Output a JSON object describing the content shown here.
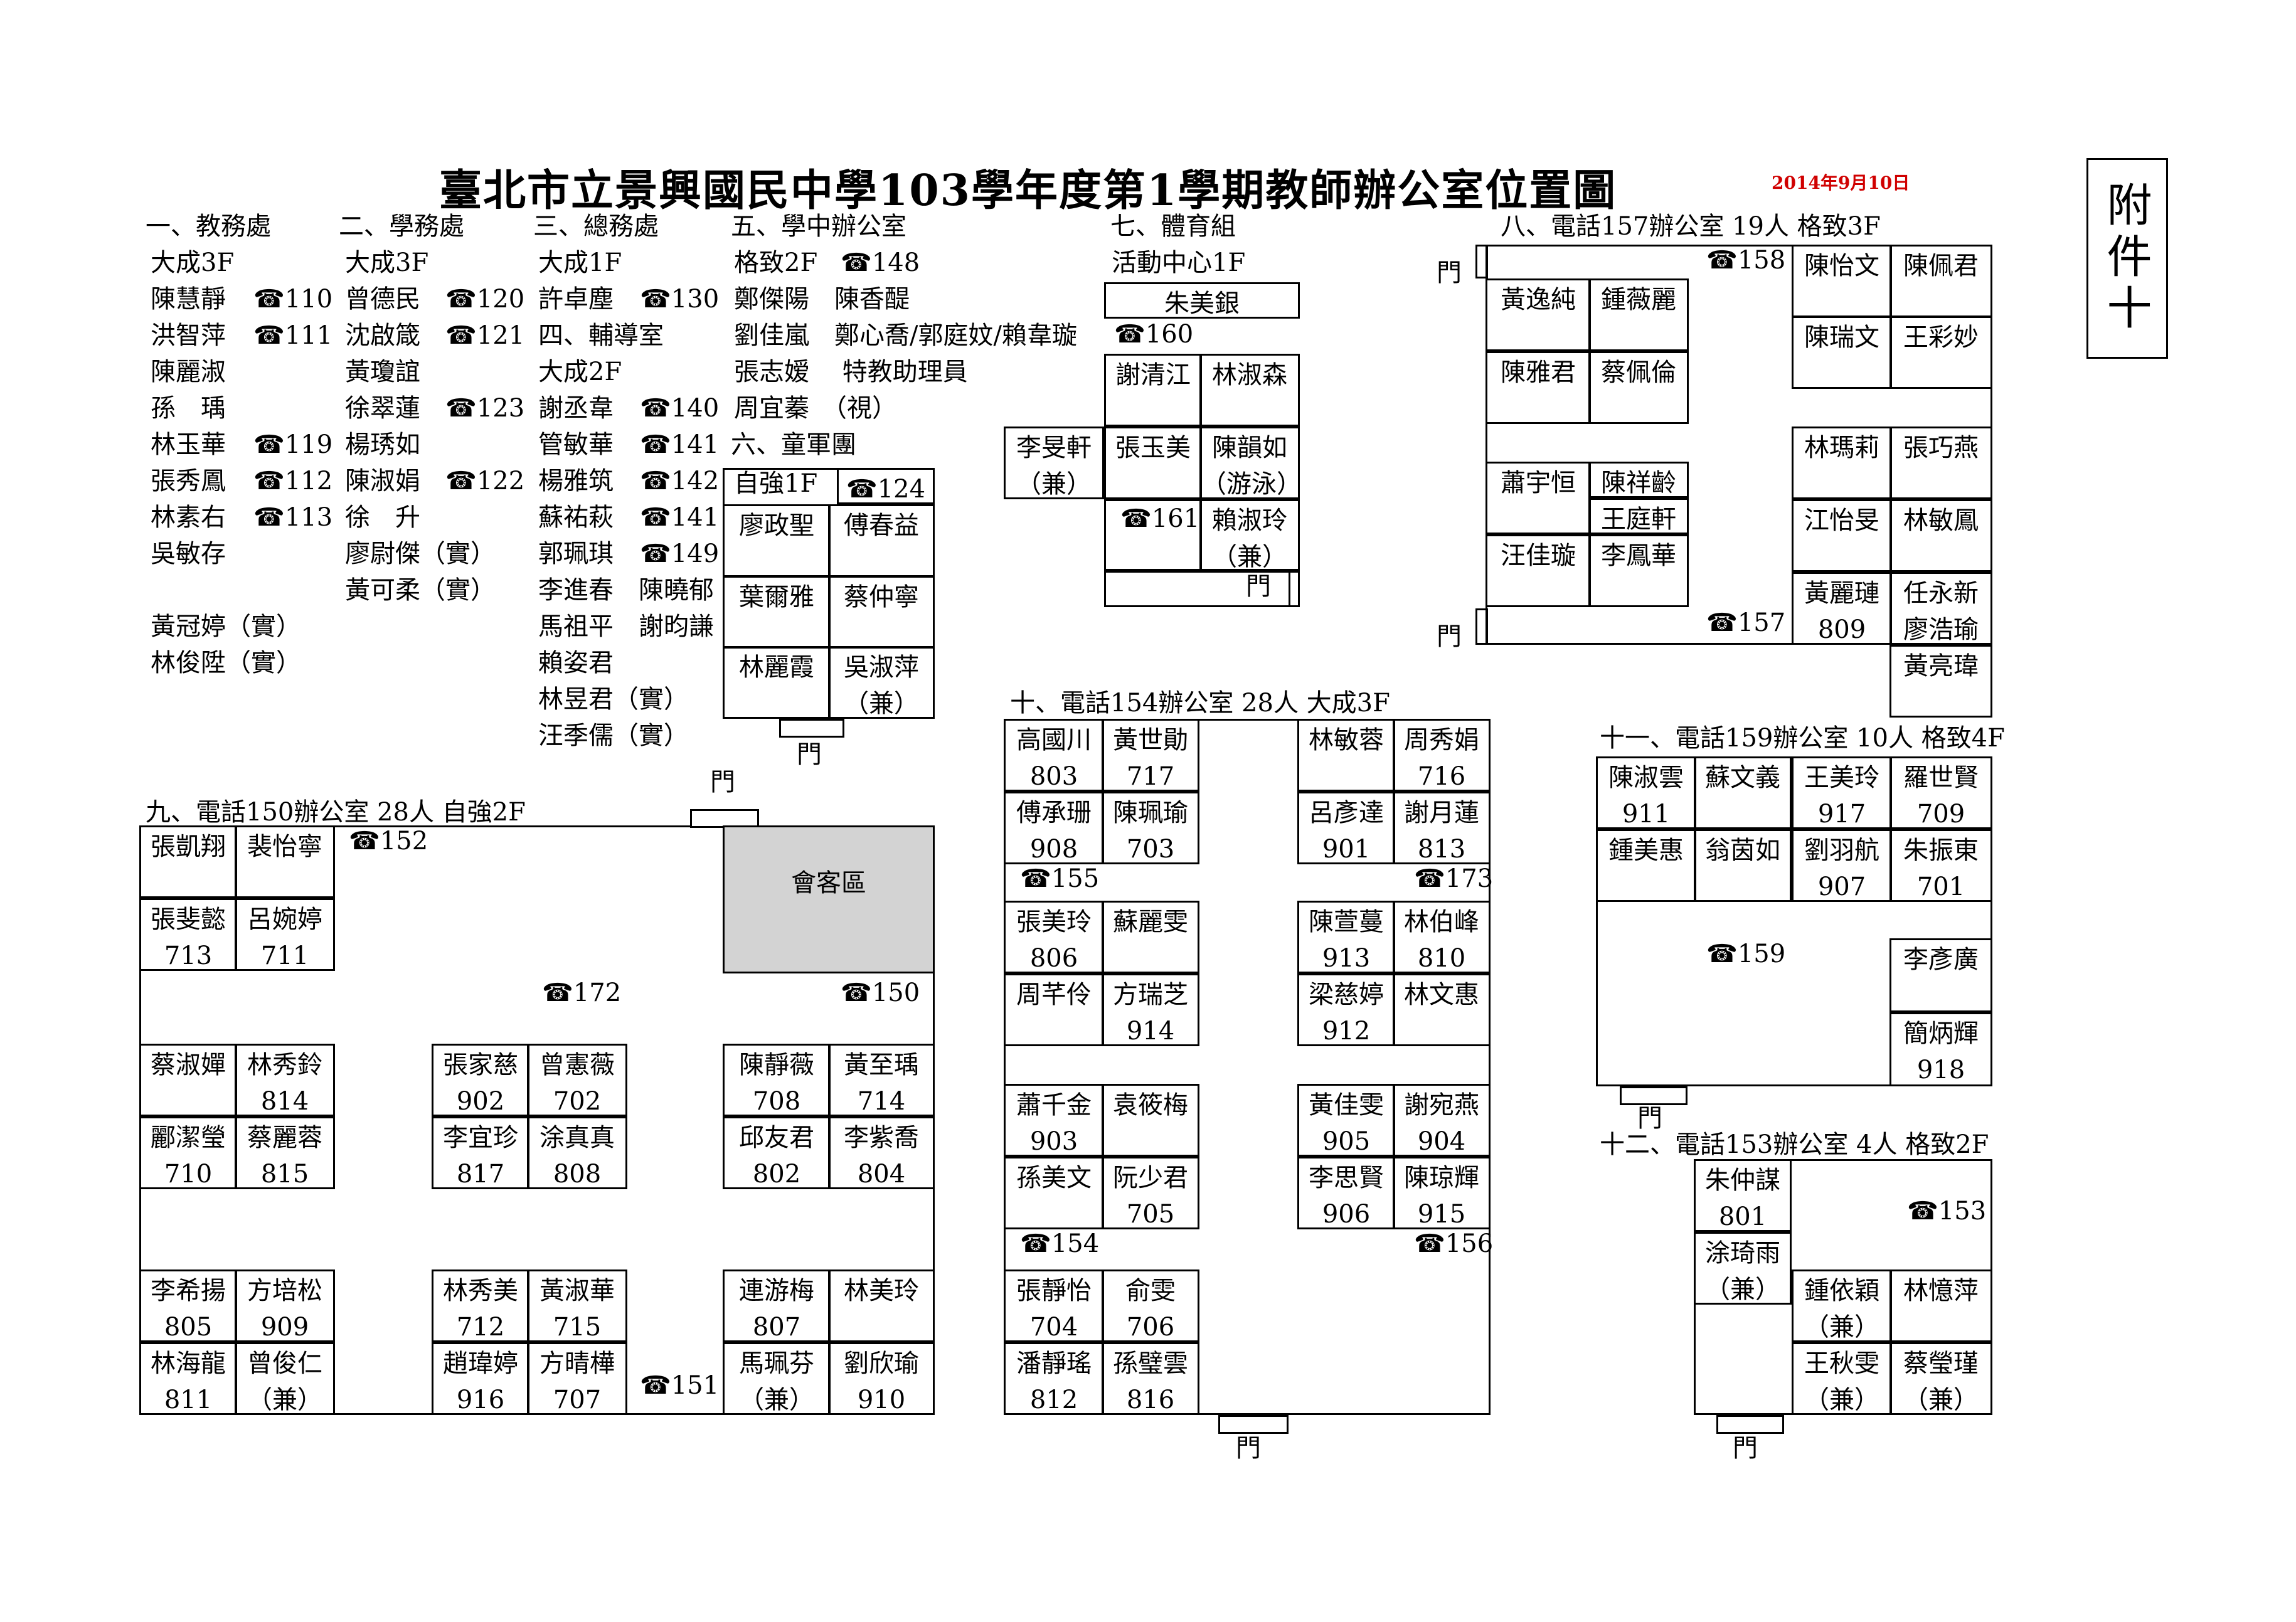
{
  "title": "臺北市立景興國民中學103學年度第1學期教師辦公室位置圖",
  "date": "2014年9月10日",
  "annex": "附件十",
  "door": "門",
  "sections": {
    "s1": {
      "head": "一、教務處",
      "loc": "大成3F",
      "rows": [
        "陳慧靜",
        "洪智萍",
        "陳麗淑",
        "孫　瑀",
        "林玉華",
        "張秀鳳",
        "林素右",
        "吳敏存",
        "",
        "黃冠婷（實）",
        "林俊陞（實）"
      ],
      "phones": [
        "110",
        "111",
        "",
        "",
        "119",
        "112",
        "113"
      ]
    },
    "s2": {
      "head": "二、學務處",
      "loc": "大成3F",
      "rows": [
        "曾德民",
        "沈啟箴",
        "黃瓊誼",
        "徐翠蓮",
        "楊琇如",
        "陳淑娟",
        "徐　升",
        "廖尉傑（實）",
        "黃可柔（實）"
      ],
      "phones": [
        "120",
        "121",
        "",
        "123",
        "",
        "122"
      ]
    },
    "s3": {
      "head": "三、總務處",
      "loc": "大成1F",
      "rows": [
        "許卓塵",
        "四、輔導室",
        "大成2F",
        "謝丞韋",
        "管敏華",
        "楊雅筑",
        "蘇祐萩",
        "郭珮琪",
        "李進春　陳曉郁",
        "馬祖平　謝昀謙",
        "賴姿君",
        "林昱君（實）",
        "汪季儒（實）"
      ],
      "phones": [
        "130",
        "",
        "",
        "140",
        "141",
        "142",
        "141",
        "149"
      ]
    },
    "s5": {
      "head": "五、學中辦公室",
      "loc": "格致2F",
      "phone": "148",
      "rows": [
        "鄭傑陽　陳香醍",
        "劉佳嵐　鄭心喬/郭庭妏/賴韋璇",
        "張志嫒　 特教助理員",
        "周宜蓁　（視）"
      ]
    },
    "s6": {
      "head": "六、童軍團",
      "loc": "自強1F",
      "phone": "124",
      "cells": [
        "廖政聖",
        "傅春益",
        "葉爾雅",
        "蔡仲寧",
        "林麗霞",
        "吳淑萍",
        "（兼）"
      ]
    },
    "s7": {
      "head": "七、體育組",
      "loc": "活動中心1F",
      "phone": "160",
      "phone2": "161",
      "cells": [
        "朱美銀",
        "謝清江",
        "林淑森",
        "李旻軒",
        "（兼）",
        "張玉美",
        "陳韻如",
        "（游泳）",
        "賴淑玲",
        "（兼）"
      ]
    },
    "s8": {
      "head": "八、電話157辦公室 19人 格致3F",
      "phone": "158",
      "phone2": "157",
      "cells": [
        "陳怡文",
        "陳佩君",
        "黃逸純",
        "鍾薇麗",
        "陳瑞文",
        "王彩妙",
        "陳雅君",
        "蔡佩倫",
        "林瑪莉",
        "張巧燕",
        "蕭宇恒",
        "陳祥齡",
        "王庭軒",
        "江怡旻",
        "林敏鳳",
        "汪佳璇",
        "李鳳華",
        "黃麗璉",
        "809",
        "任永新",
        "廖浩瑜",
        "黃亮瑋"
      ]
    },
    "s9": {
      "head": "九、電話150辦公室 28人 自強2F",
      "meeting": "會客區",
      "phones": [
        "152",
        "172",
        "150",
        "151"
      ],
      "cells": [
        "張凱翔",
        "裴怡寧",
        "張斐懿",
        "713",
        "呂婉婷",
        "711",
        "蔡淑嬋",
        "林秀鈴",
        "814",
        "酈潔瑩",
        "710",
        "蔡麗蓉",
        "815",
        "張家慈",
        "902",
        "曾憲薇",
        "702",
        "李宜珍",
        "817",
        "涂真真",
        "808",
        "陳靜薇",
        "708",
        "黃至瑀",
        "714",
        "邱友君",
        "802",
        "李紫喬",
        "804",
        "李希揚",
        "805",
        "方培松",
        "909",
        "林海龍",
        "811",
        "曾俊仁",
        "（兼）",
        "林秀美",
        "712",
        "黃淑華",
        "715",
        "趙瑋婷",
        "916",
        "方晴樺",
        "707",
        "連游梅",
        "807",
        "林美玲",
        "馬珮芬",
        "（兼）",
        "劉欣瑜",
        "910"
      ]
    },
    "s10": {
      "head": "十、電話154辦公室 28人 大成3F",
      "phones": [
        "155",
        "173",
        "154",
        "156"
      ],
      "cells": [
        "高國川",
        "803",
        "黃世勛",
        "717",
        "林敏蓉",
        "周秀娟",
        "716",
        "傅承珊",
        "908",
        "陳珮瑜",
        "703",
        "呂彥達",
        "901",
        "謝月蓮",
        "813",
        "張美玲",
        "806",
        "蘇麗雯",
        "陳萱蔓",
        "913",
        "林伯峰",
        "810",
        "周芊伶",
        "方瑞芝",
        "914",
        "梁慈婷",
        "912",
        "林文惠",
        "蕭千金",
        "903",
        "袁筱梅",
        "黃佳雯",
        "905",
        "謝宛燕",
        "904",
        "孫美文",
        "阮少君",
        "705",
        "李思賢",
        "906",
        "陳琼輝",
        "915",
        "張靜怡",
        "704",
        "俞雯",
        "706",
        "潘靜瑤",
        "812",
        "孫璧雲",
        "816"
      ]
    },
    "s11": {
      "head": "十一、電話159辦公室 10人 格致4F",
      "phone": "159",
      "cells": [
        "陳淑雲",
        "911",
        "蘇文義",
        "王美玲",
        "917",
        "羅世賢",
        "709",
        "鍾美惠",
        "翁茵如",
        "劉羽航",
        "907",
        "朱振東",
        "701",
        "李彥廣",
        "簡炳輝",
        "918"
      ]
    },
    "s12": {
      "head": "十二、電話153辦公室 4人 格致2F",
      "phone": "153",
      "cells": [
        "朱仲謀",
        "801",
        "涂琦雨",
        "（兼）",
        "鍾依穎",
        "（兼）",
        "林憶萍",
        "王秋雯",
        "（兼）",
        "蔡瑩瑾",
        "（兼）"
      ]
    }
  }
}
